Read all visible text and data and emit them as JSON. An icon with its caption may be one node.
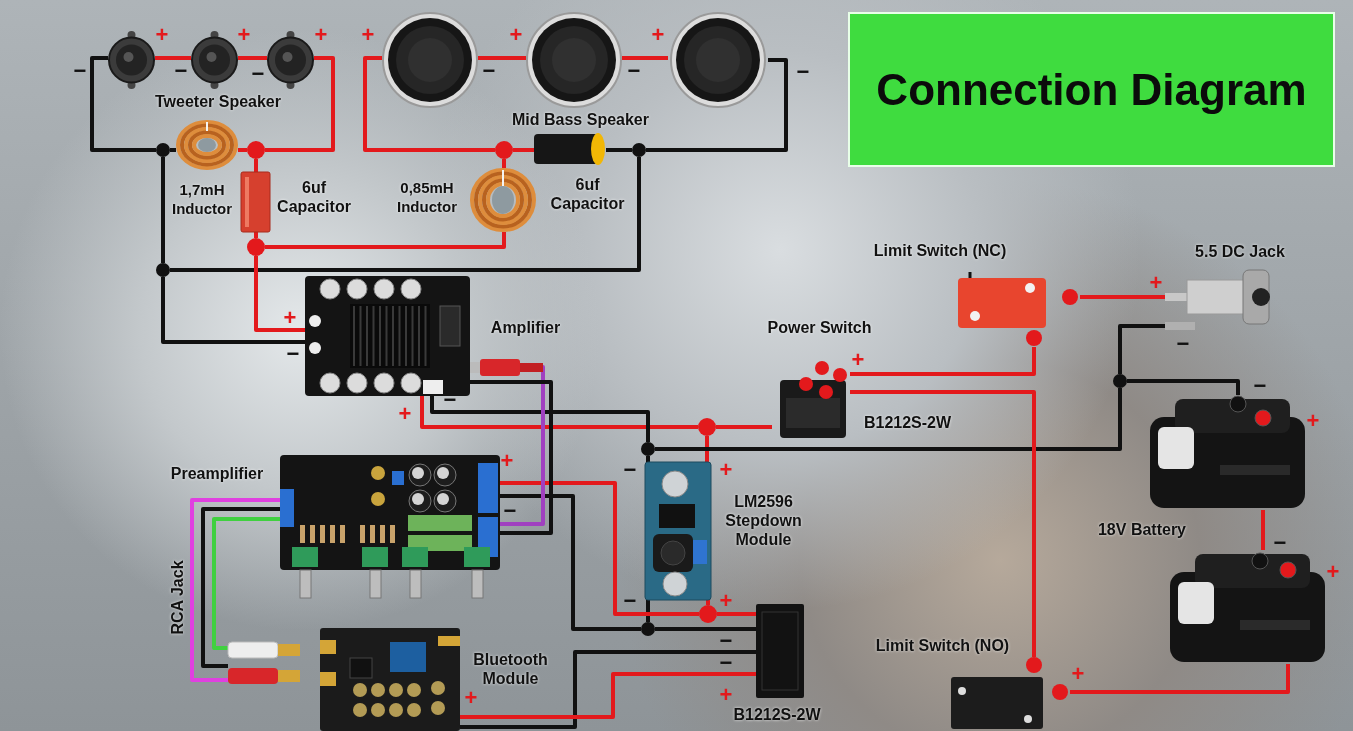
{
  "diagram": {
    "title": "Connection Diagram",
    "nodes": [
      {
        "text": [],
        "shape": "picture"
      },
      {
        "text": [],
        "shape": "picture"
      },
      {
        "text": [],
        "shape": "picture"
      },
      {
        "text": [],
        "shape": "picture"
      },
      {
        "text": [],
        "shape": "picture"
      },
      {
        "text": [],
        "shape": "picture"
      },
      {
        "text": [
          "1,7mH Inductor"
        ]
      },
      {
        "text": [
          "6uf Capacitor"
        ]
      },
      {
        "text": [
          "0,85mH Inductor"
        ]
      },
      {
        "text": [
          "6uf Capacitor"
        ]
      },
      {
        "text": [
          "Amplifier"
        ]
      },
      {
        "text": [
          "Preamplifier"
        ]
      },
      {
        "text": [],
        "shape": "picture"
      },
      {
        "text": [
          "Bluetooth Module"
        ]
      },
      {
        "text": [
          "LM2596 Stepdown Module"
        ]
      },
      {
        "text": [
          "B1212S-2W"
        ]
      },
      {
        "text": [
          "Power Switch"
        ],
        "beside": [
          "B1212S-2W"
        ]
      },
      {
        "text": [
          "Limit Switch (NC)"
        ]
      },
      {
        "text": [
          "5.5 DC Jack"
        ]
      },
      {
        "text": [],
        "shape": "picture",
        "beside": [
          "18V Battery"
        ]
      },
      {
        "text": [],
        "shape": "picture"
      },
      {
        "text": [
          "Limit Switch (NO)"
        ]
      },
      {
        "text": [],
        "shape": "circle"
      },
      {
        "text": [],
        "shape": "circle"
      },
      {
        "text": [],
        "shape": "circle"
      },
      {
        "text": [],
        "shape": "circle"
      },
      {
        "text": [],
        "shape": "circle"
      },
      {
        "text": [],
        "shape": "circle"
      },
      {
        "text": [],
        "shape": "circle"
      },
      {
        "text": [],
        "shape": "circle"
      },
      {
        "text": [],
        "shape": "circle"
      },
      {
        "text": [],
        "shape": "circle"
      },
      {
        "text": [],
        "shape": "circle"
      }
    ],
    "edges": [
      {
        "from": 0,
        "to": 1,
        "arrow": "none"
      },
      {
        "from": 1,
        "to": 2,
        "arrow": "none"
      },
      {
        "from": 2,
        "to": 24,
        "arrow": "none"
      },
      {
        "from": 0,
        "to": 22,
        "arrow": "none",
        "color": "#111111"
      },
      {
        "from": 22,
        "to": 6,
        "arrow": "none",
        "color": "#111111"
      },
      {
        "from": 6,
        "to": 24,
        "arrow": "none"
      },
      {
        "from": 22,
        "to": 23,
        "arrow": "none",
        "color": "#111111"
      },
      {
        "from": 23,
        "to": 10,
        "arrow": "none",
        "color": "#111111"
      },
      {
        "from": 23,
        "to": 25,
        "arrow": "none",
        "color": "#111111"
      },
      {
        "from": 24,
        "to": 7,
        "arrow": "none"
      },
      {
        "from": 7,
        "to": 26,
        "arrow": "none"
      },
      {
        "from": 26,
        "to": 10,
        "arrow": "none"
      },
      {
        "from": 26,
        "to": 8,
        "arrow": "none"
      },
      {
        "from": 8,
        "to": 27,
        "arrow": "none"
      },
      {
        "from": 27,
        "to": 3,
        "arrow": "none"
      },
      {
        "from": 3,
        "to": 4,
        "arrow": "none"
      },
      {
        "from": 4,
        "to": 5,
        "arrow": "none"
      },
      {
        "from": 27,
        "to": 9,
        "arrow": "none"
      },
      {
        "from": 9,
        "to": 25,
        "arrow": "none",
        "color": "#111111"
      },
      {
        "from": 5,
        "to": 25,
        "arrow": "none",
        "color": "#111111"
      },
      {
        "from": 10,
        "to": 28,
        "arrow": "none"
      },
      {
        "from": 28,
        "to": 16,
        "arrow": "none"
      },
      {
        "from": 28,
        "to": 14,
        "arrow": "none"
      },
      {
        "from": 10,
        "to": 29,
        "arrow": "none",
        "color": "#111111"
      },
      {
        "from": 29,
        "to": 30,
        "arrow": "none",
        "color": "#111111"
      },
      {
        "from": 30,
        "to": 18,
        "arrow": "none",
        "color": "#111111"
      },
      {
        "from": 30,
        "to": 19,
        "arrow": "none",
        "color": "#111111"
      },
      {
        "from": 29,
        "to": 14,
        "arrow": "none",
        "color": "#111111"
      },
      {
        "from": 14,
        "to": 31,
        "arrow": "none",
        "color": "#111111"
      },
      {
        "from": 11,
        "to": 31,
        "arrow": "none",
        "color": "#111111"
      },
      {
        "from": 31,
        "to": 15,
        "arrow": "none",
        "color": "#111111"
      },
      {
        "from": 14,
        "to": 32,
        "arrow": "none"
      },
      {
        "from": 32,
        "to": 15,
        "arrow": "none"
      },
      {
        "from": 32,
        "to": 11,
        "arrow": "none"
      },
      {
        "from": 15,
        "to": 13,
        "arrow": "none",
        "color": "#111111"
      },
      {
        "from": 15,
        "to": 13,
        "arrow": "none"
      },
      {
        "from": 10,
        "to": 11,
        "arrow": "none",
        "color": "#a040c0"
      },
      {
        "from": 10,
        "to": 11,
        "arrow": "none",
        "color": "#111111"
      },
      {
        "from": 11,
        "to": 12,
        "arrow": "none",
        "color": "#e040e0"
      },
      {
        "from": 11,
        "to": 12,
        "arrow": "none",
        "color": "#111111"
      },
      {
        "from": 11,
        "to": 12,
        "arrow": "none",
        "color": "#40d040"
      },
      {
        "from": 16,
        "to": 17,
        "arrow": "none"
      },
      {
        "from": 16,
        "to": 21,
        "arrow": "none"
      },
      {
        "from": 17,
        "to": 18,
        "arrow": "none"
      },
      {
        "from": 21,
        "to": 20,
        "arrow": "none"
      },
      {
        "from": 19,
        "to": 20,
        "arrow": "none"
      }
    ],
    "labels": [
      "+",
      "+",
      "+",
      "+",
      "+",
      "+",
      "−",
      "−",
      "−",
      "−",
      "−",
      "−",
      "Tweeter Speaker",
      "Mid Bass Speaker",
      "+",
      "−",
      "+",
      "+",
      "−",
      "−",
      "+",
      "−",
      "+",
      "+",
      "−",
      "−",
      "+",
      "RCA Jack",
      "−",
      "+",
      "−",
      "+",
      "−",
      "−",
      "+",
      "+",
      "+"
    ]
  }
}
